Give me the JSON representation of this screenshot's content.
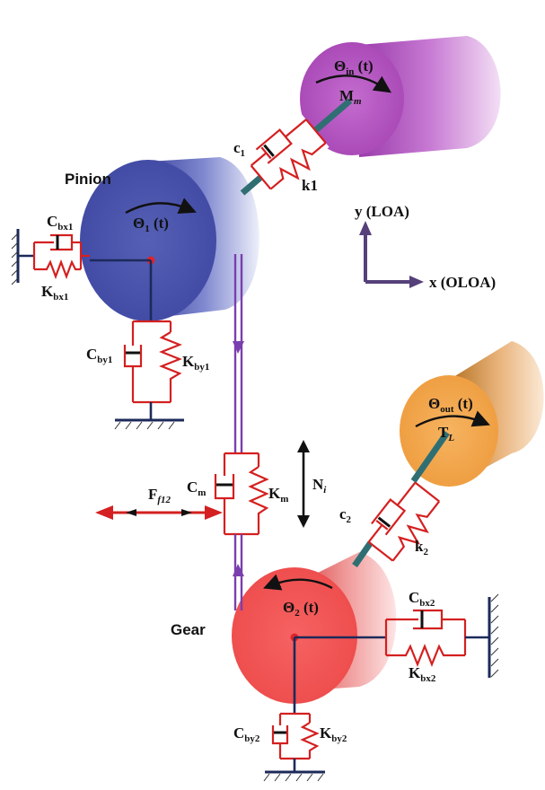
{
  "labels": {
    "theta_in": "Θ",
    "theta_in_sub": "in",
    "theta_in_t": " (t)",
    "mass_m": "M",
    "mass_m_sub": "m",
    "c1": "c",
    "c1_sub": "1",
    "k1": "k1",
    "pinion": "Pinion",
    "theta1": "Θ",
    "theta1_sub": "1",
    "theta1_t": " (t)",
    "cbx1": "C",
    "cbx1_sub": "bx1",
    "kbx1": "K",
    "kbx1_sub": "bx1",
    "cby1": "C",
    "cby1_sub": "by1",
    "kby1": "K",
    "kby1_sub": "by1",
    "y_axis": "y  (LOA)",
    "x_axis": "x (OLOA)",
    "theta_out": "Θ",
    "theta_out_sub": "out",
    "theta_out_t": " (t)",
    "tl": "T",
    "tl_sub": "L",
    "cm": "C",
    "cm_sub": "m",
    "km": "K",
    "km_sub": "m",
    "ni": "N",
    "ni_sub": "i",
    "ff12": "F",
    "ff12_sub": "f12",
    "c2": "c",
    "c2_sub": "2",
    "k2": "k",
    "k2_sub": "2",
    "gear": "Gear",
    "theta2": "Θ",
    "theta2_sub": "2",
    "theta2_t": " (t)",
    "cbx2": "C",
    "cbx2_sub": "bx2",
    "kbx2": "K",
    "kbx2_sub": "bx2",
    "cby2": "C",
    "cby2_sub": "by2",
    "kby2": "K",
    "kby2_sub": "by2"
  },
  "colors": {
    "motor": "#b05cc0",
    "pinion": "#4a56ad",
    "load": "#f0a450",
    "gear": "#f05050",
    "spring_damper": "#d42020",
    "shaft": "#2f6f73",
    "mesh_line": "#7a3fae",
    "axis_arrow": "#55407a"
  }
}
